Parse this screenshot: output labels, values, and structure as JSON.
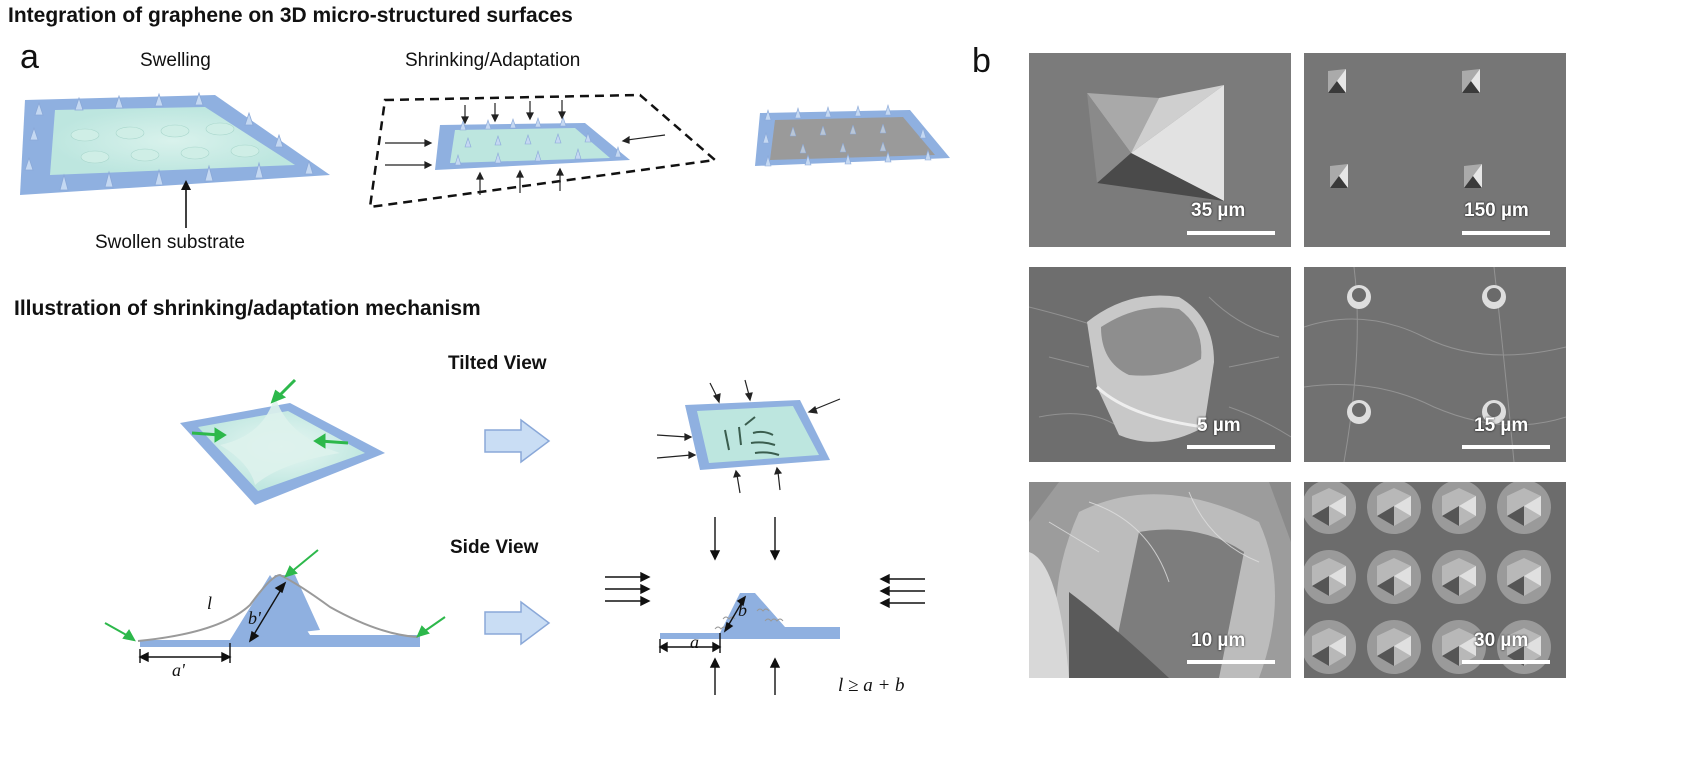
{
  "figure": {
    "panel_a": {
      "letter": "a",
      "title": "Integration of graphene on 3D micro-structured surfaces",
      "stage1_label": "Swelling",
      "stage2_label": "Shrinking/Adaptation",
      "substrate_label": "Swollen substrate",
      "mechanism_title": "Illustration of shrinking/adaptation mechanism",
      "tilted_view_label": "Tilted View",
      "side_view_label": "Side View",
      "var_l": "l",
      "var_a_prime": "a'",
      "var_b_prime": "b'",
      "var_a": "a",
      "var_b": "b",
      "inequality": "l ≥ a + b"
    },
    "panel_b": {
      "letter": "b",
      "scale_bars": [
        "35 µm",
        "150 µm",
        "5 µm",
        "15 µm",
        "10 µm",
        "30 µm"
      ]
    },
    "colors": {
      "substrate": "#8fb0e0",
      "graphene": "#bde6df",
      "arrow_green": "#2db84b",
      "sem_gray": "#7a7a7a"
    }
  }
}
